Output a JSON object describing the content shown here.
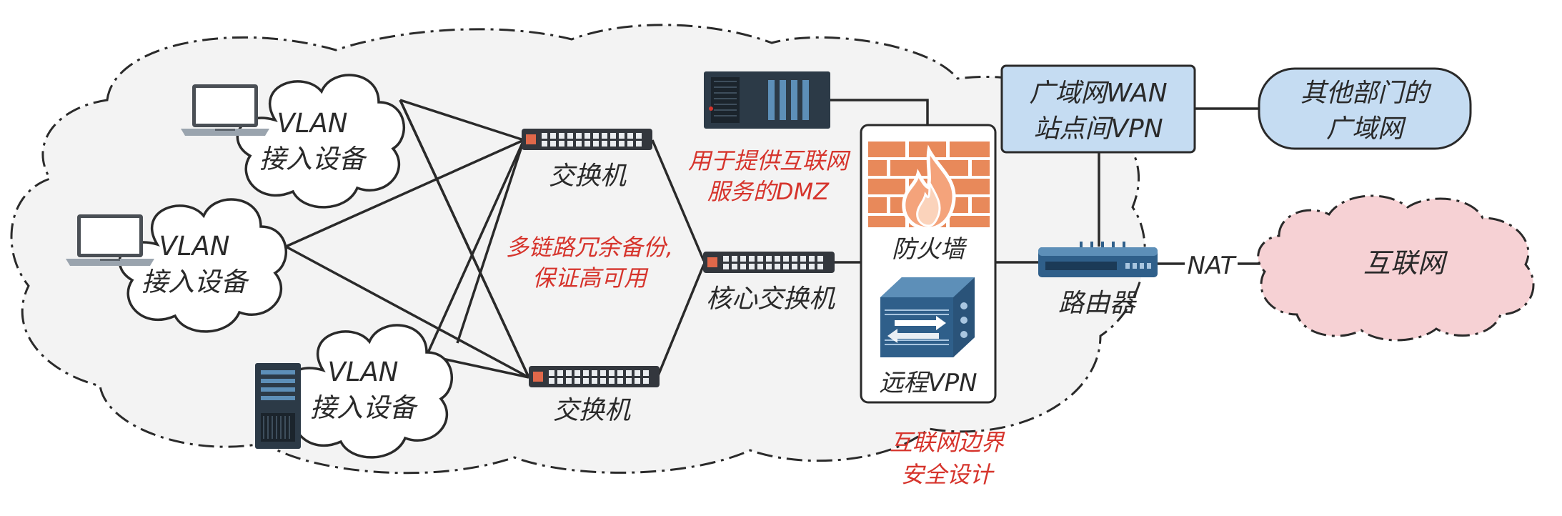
{
  "colors": {
    "background": "#ffffff",
    "cloud_fill": "#f3f3f3",
    "internet_fill": "#f6d1d4",
    "wan_fill": "#c5dcf2",
    "annotation": "#d6342c",
    "ink": "#2a2a2a",
    "firewall": "#e8895a",
    "vpn_box": "#2f5f8a"
  },
  "access": {
    "label_line1": "VLAN",
    "label_line2": "接入设备"
  },
  "switches": {
    "top": "交换机",
    "bottom": "交换机",
    "core": "核心交换机"
  },
  "annotations": {
    "redundancy_line1": "多链路冗余备份,",
    "redundancy_line2": "保证高可用",
    "dmz_line1": "用于提供互联网",
    "dmz_line2": "服务的DMZ",
    "border_line1": "互联网边界",
    "border_line2": "安全设计"
  },
  "security": {
    "firewall": "防火墙",
    "vpn": "远程VPN"
  },
  "router": {
    "label": "路由器",
    "nat": "NAT"
  },
  "wan": {
    "line1": "广域网WAN",
    "line2": "站点间VPN"
  },
  "other_dept": {
    "line1": "其他部门的",
    "line2": "广域网"
  },
  "internet": {
    "label": "互联网"
  },
  "icons": [
    "laptop-icon",
    "server-icon",
    "switch-icon",
    "firewall-icon",
    "vpn-appliance-icon",
    "router-icon",
    "cloud-icon"
  ]
}
